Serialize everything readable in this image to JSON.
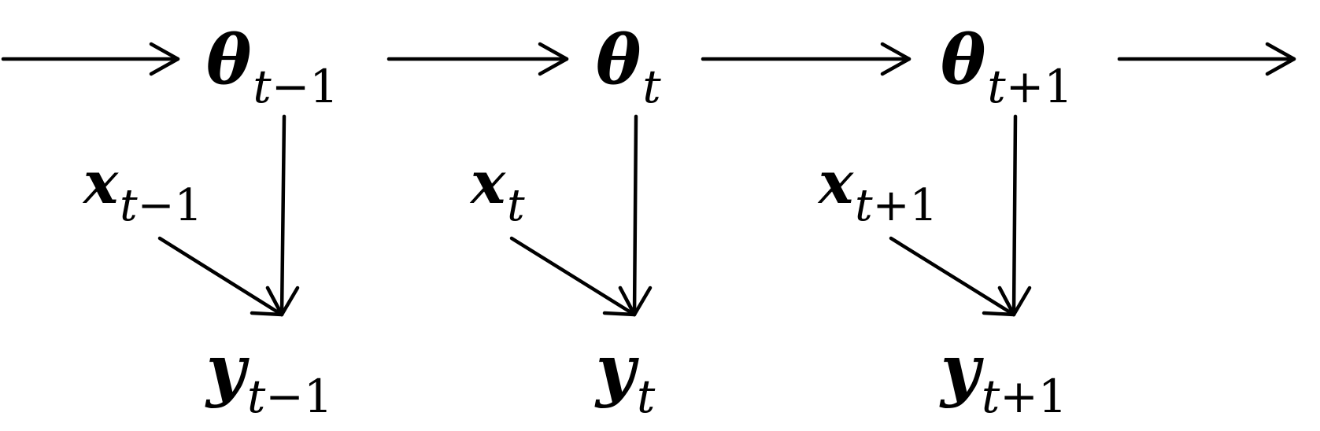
{
  "nodes": {
    "theta_prev": {
      "symbol": "θ",
      "sub_t": "t",
      "sub_rest": "−1"
    },
    "theta_cur": {
      "symbol": "θ",
      "sub_t": "t",
      "sub_rest": ""
    },
    "theta_next": {
      "symbol": "θ",
      "sub_t": "t",
      "sub_rest": "+1"
    },
    "x_prev": {
      "symbol": "x",
      "sub_t": "t",
      "sub_rest": "−1"
    },
    "x_cur": {
      "symbol": "x",
      "sub_t": "t",
      "sub_rest": ""
    },
    "x_next": {
      "symbol": "x",
      "sub_t": "t",
      "sub_rest": "+1"
    },
    "y_prev": {
      "symbol": "y",
      "sub_t": "t",
      "sub_rest": "−1"
    },
    "y_cur": {
      "symbol": "y",
      "sub_t": "t",
      "sub_rest": ""
    },
    "y_next": {
      "symbol": "y",
      "sub_t": "t",
      "sub_rest": "+1"
    }
  },
  "edges": [
    {
      "from": "",
      "to": "theta_prev"
    },
    {
      "from": "theta_prev",
      "to": "theta_cur"
    },
    {
      "from": "theta_cur",
      "to": "theta_next"
    },
    {
      "from": "theta_next",
      "to": ""
    },
    {
      "from": "theta_prev",
      "to": "y_prev"
    },
    {
      "from": "x_prev",
      "to": "y_prev"
    },
    {
      "from": "theta_cur",
      "to": "y_cur"
    },
    {
      "from": "x_cur",
      "to": "y_cur"
    },
    {
      "from": "theta_next",
      "to": "y_next"
    },
    {
      "from": "x_next",
      "to": "y_next"
    }
  ]
}
